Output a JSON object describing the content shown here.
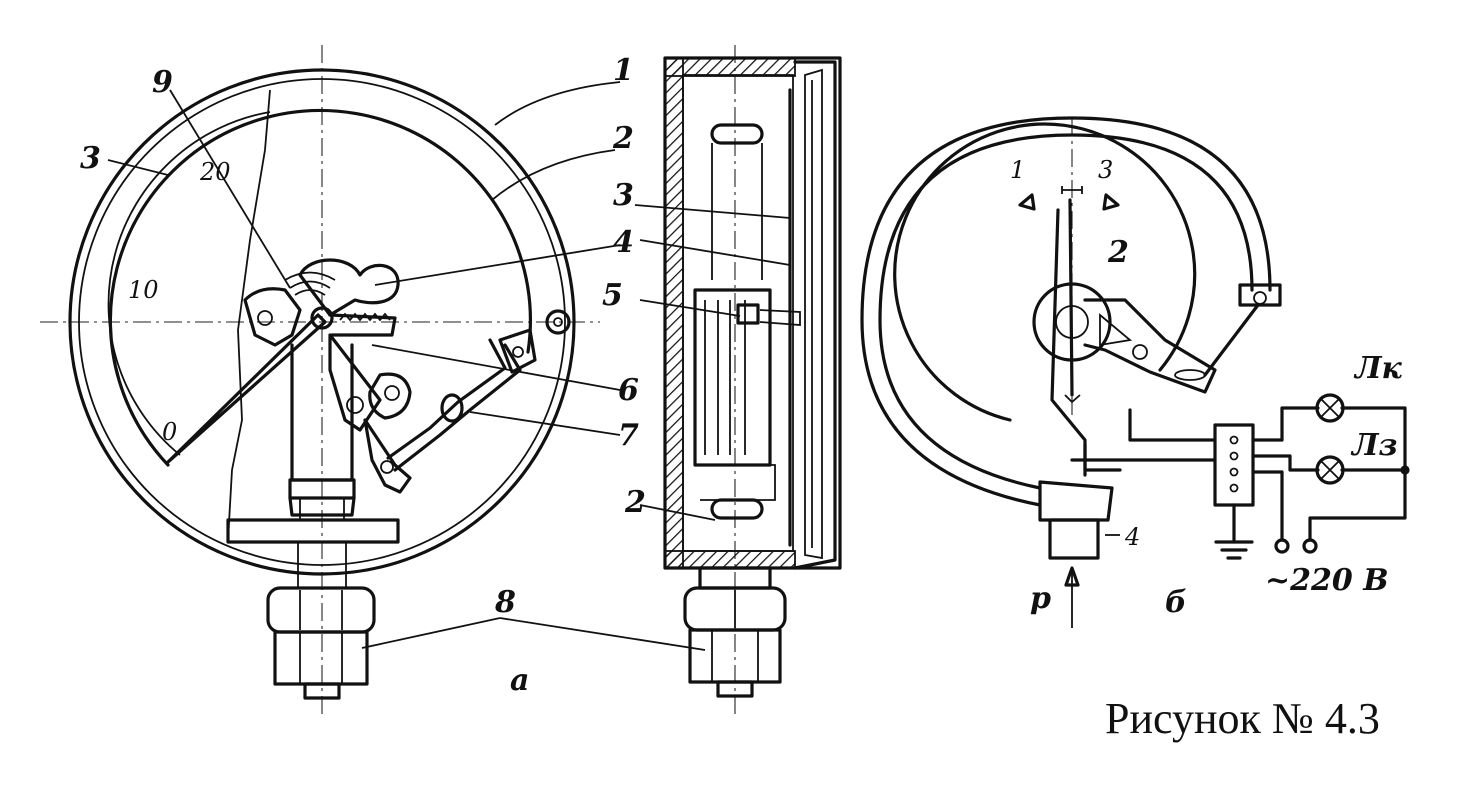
{
  "view_a": {
    "tag": "а",
    "dial_scale": [
      "0",
      "10",
      "20"
    ],
    "numbers": [
      "1",
      "2",
      "3",
      "4",
      "5",
      "6",
      "7",
      "8",
      "9"
    ],
    "side_numbers": [
      "2",
      "3",
      "5",
      "2"
    ],
    "left_3": "3"
  },
  "view_b": {
    "tag": "б",
    "numbers": [
      "1",
      "2",
      "3",
      "4"
    ],
    "lamp_k": "Лк",
    "lamp_z": "Лз",
    "voltage": "~220 В",
    "pressure": "р"
  },
  "caption": "Рисунок № 4.3"
}
